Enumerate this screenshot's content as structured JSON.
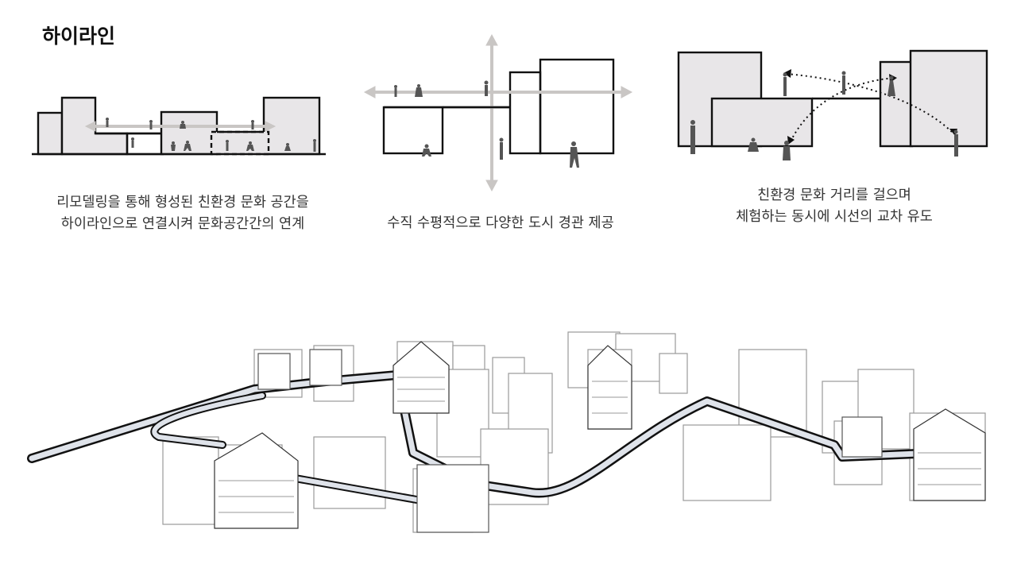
{
  "page": {
    "title": "하이라인"
  },
  "diagrams": [
    {
      "id": "remodeling",
      "caption_lines": [
        "리모델링을 통해 형성된 친환경 문화 공간을",
        "하이라인으로 연결시켜 문화공간간의 연계"
      ]
    },
    {
      "id": "vertical-horizontal",
      "caption_lines": [
        "수직 수평적으로 다양한 도시 경관 제공"
      ]
    },
    {
      "id": "sightline",
      "caption_lines": [
        "친환경 문화 거리를 걸으며",
        "체험하는 동시에 시선의 교차 유도"
      ]
    }
  ],
  "colors": {
    "building_fill": "#e8e6e8",
    "outline": "#111111",
    "arrow": "#c9c6c4",
    "figure": "#555555",
    "walkway": "#dfe3ea",
    "sketch_line": "#9a9a9a"
  }
}
